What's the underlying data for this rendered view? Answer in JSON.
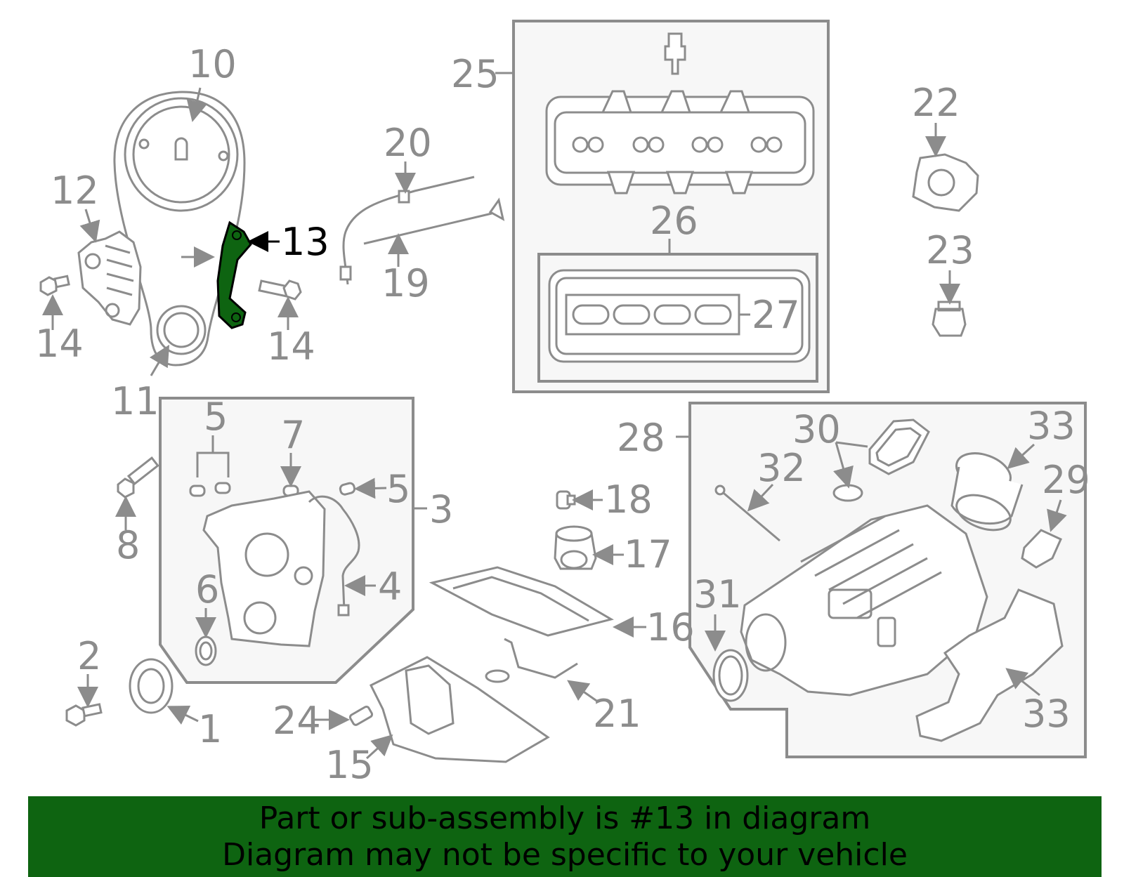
{
  "labels": {
    "l1": "1",
    "l2": "2",
    "l3": "3",
    "l4": "4",
    "l5a": "5",
    "l5b": "5",
    "l6": "6",
    "l7": "7",
    "l8": "8",
    "l10": "10",
    "l11": "11",
    "l12": "12",
    "l13": "13",
    "l14a": "14",
    "l14b": "14",
    "l15": "15",
    "l16": "16",
    "l17": "17",
    "l18": "18",
    "l19": "19",
    "l20": "20",
    "l21": "21",
    "l22": "22",
    "l23": "23",
    "l24": "24",
    "l25": "25",
    "l26": "26",
    "l27": "27",
    "l28": "28",
    "l29": "29",
    "l30": "30",
    "l31": "31",
    "l32": "32",
    "l33a": "33",
    "l33b": "33"
  },
  "highlight": {
    "part": "13",
    "color": "#0e6411"
  },
  "banner": {
    "line1": "Part or sub-assembly is #13 in diagram",
    "line2": "Diagram may not be specific to your vehicle",
    "background": "#0e6411"
  },
  "colors": {
    "part_line": "#8c8c8c",
    "box_fill": "#f7f7f7"
  }
}
